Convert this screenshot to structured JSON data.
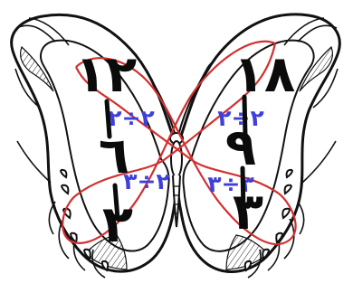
{
  "colors": {
    "ink": "#111111",
    "red_loop": "#d32f2f",
    "blue_ink": "#3f3fd9"
  },
  "left_wing": {
    "top_number": "١٢",
    "divide_expression": "٢÷٢",
    "middle_number": "٦",
    "lower_divide_expression": "٢÷٣",
    "bottom_number": "٢"
  },
  "right_wing": {
    "top_number": "١٨",
    "divide_expression": "٢÷٢",
    "middle_number": "٩",
    "lower_divide_expression": "٣÷٣",
    "bottom_number": "٣"
  }
}
